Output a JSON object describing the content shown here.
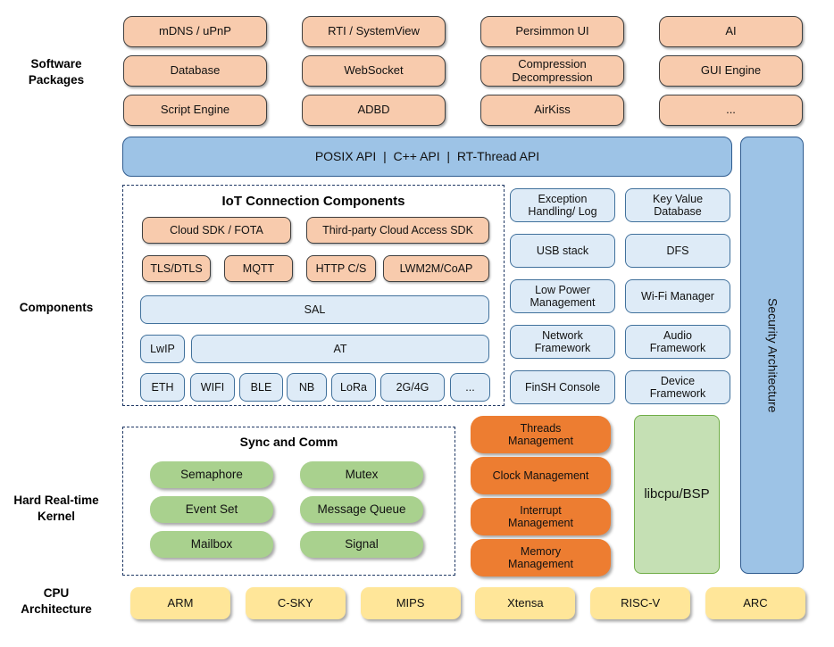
{
  "section_labels": {
    "software_packages": "Software\nPackages",
    "components": "Components",
    "kernel": "Hard Real-time\nKernel",
    "cpu": "CPU\nArchitecture"
  },
  "software_packages": [
    "mDNS / uPnP",
    "RTI / SystemView",
    "Persimmon UI",
    "AI",
    "Database",
    "WebSocket",
    "Compression\nDecompression",
    "GUI Engine",
    "Script Engine",
    "ADBD",
    "AirKiss",
    "..."
  ],
  "api_bar": "POSIX API  |  C++ API  |  RT-Thread API",
  "security_bar": "Security Architecture",
  "iot": {
    "title": "IoT Connection Components",
    "cloud_sdk": "Cloud SDK / FOTA",
    "third_party": "Third-party Cloud Access SDK",
    "protocols": [
      "TLS/DTLS",
      "MQTT",
      "HTTP C/S",
      "LWM2M/CoAP"
    ],
    "sal": "SAL",
    "lwip": "LwIP",
    "at": "AT",
    "links": [
      "ETH",
      "WIFI",
      "BLE",
      "NB",
      "LoRa",
      "2G/4G",
      "..."
    ]
  },
  "components": [
    "Exception\nHandling/ Log",
    "Key Value\nDatabase",
    "USB stack",
    "DFS",
    "Low Power\nManagement",
    "Wi-Fi Manager",
    "Network\nFramework",
    "Audio\nFramework",
    "FinSH Console",
    "Device\nFramework"
  ],
  "kernel": {
    "sync_title": "Sync and Comm",
    "sync_items": [
      "Semaphore",
      "Mutex",
      "Event Set",
      "Message Queue",
      "Mailbox",
      "Signal"
    ],
    "mgmt_items": [
      "Threads\nManagement",
      "Clock Management",
      "Interrupt\nManagement",
      "Memory\nManagement"
    ],
    "libcpu": "libcpu/BSP"
  },
  "cpu_archs": [
    "ARM",
    "C-SKY",
    "MIPS",
    "Xtensa",
    "RISC-V",
    "ARC"
  ],
  "colors": {
    "package_fill": "#F8CBAD",
    "api_fill": "#9DC3E6",
    "component_fill": "#DEEBF7",
    "sync_fill": "#A9D18E",
    "mgmt_fill": "#ED7D31",
    "libcpu_fill": "#C5E0B4",
    "cpu_fill": "#FFE699",
    "dashed_border": "#1F3864"
  }
}
